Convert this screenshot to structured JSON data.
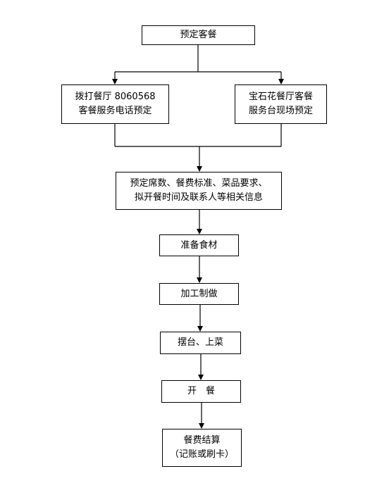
{
  "diagram": {
    "nodes": {
      "reserve": {
        "lines": [
          "预定客餐"
        ]
      },
      "phone": {
        "lines": [
          "拨打餐厅 8060568",
          "客餐服务电话预定"
        ]
      },
      "walkin": {
        "lines": [
          "宝石花餐厅客餐",
          "服务台现场预定"
        ]
      },
      "details": {
        "lines": [
          "预定席数、餐费标准、菜品要求、",
          "拟开餐时间及联系人等相关信息"
        ]
      },
      "prepare": {
        "lines": [
          "准备食材"
        ]
      },
      "cook": {
        "lines": [
          "加工制做"
        ]
      },
      "plate": {
        "lines": [
          "摆台、上菜"
        ]
      },
      "open": {
        "lines": [
          "开　餐"
        ]
      },
      "checkout": {
        "lines": [
          "餐费结算",
          "（记账或刷卡）"
        ]
      }
    },
    "edges": [
      {
        "from": "reserve",
        "to": "phone"
      },
      {
        "from": "reserve",
        "to": "walkin"
      },
      {
        "from": "phone",
        "to": "details"
      },
      {
        "from": "walkin",
        "to": "details"
      },
      {
        "from": "details",
        "to": "prepare"
      },
      {
        "from": "prepare",
        "to": "cook"
      },
      {
        "from": "cook",
        "to": "plate"
      },
      {
        "from": "plate",
        "to": "open"
      },
      {
        "from": "open",
        "to": "checkout"
      }
    ],
    "colors": {
      "line": "#000000",
      "box_border": "#000000",
      "box_fill": "#ffffff",
      "text": "#000000"
    }
  }
}
